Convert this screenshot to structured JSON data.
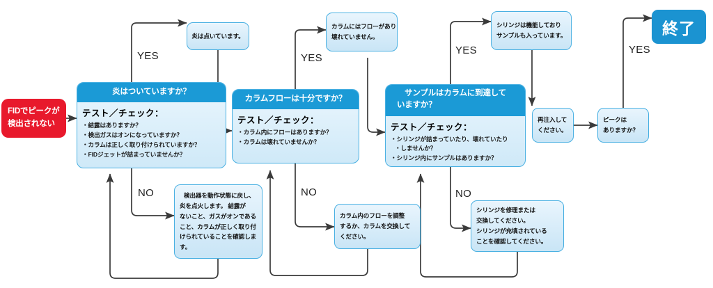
{
  "diagram": {
    "title": "FID trouble-shooting flowchart",
    "colors": {
      "start_red": "#e8192c",
      "end_blue": "#1b93d1",
      "decision_header": "#1b9ad6",
      "bubble_border": "#49b0e2",
      "wire": "#3a3a3a"
    },
    "start": {
      "lines": [
        "FIDでピークが",
        "検出されない"
      ]
    },
    "end": {
      "label": "終了"
    },
    "branch_labels": {
      "yes": "YES",
      "no": "NO"
    },
    "decisions": [
      {
        "id": "flame",
        "header": "炎はついていますか？",
        "body_title": "テスト／チェック：",
        "checks": [
          "結露はありますか？",
          "検出ガスはオンになっていますか？",
          "カラムは正しく取り付けられていますか？",
          "FIDジェットが詰まっていませんか？"
        ]
      },
      {
        "id": "column-flow",
        "header": "カラムフローは十分ですか？",
        "body_title": "テスト／チェック：",
        "checks": [
          "カラム内にフローはありますか？",
          "カラムは壊れていませんか？"
        ]
      },
      {
        "id": "sample-reach",
        "header_lines": [
          "サンプルはカラムに到達して",
          "いますか？"
        ],
        "body_title": "テスト／チェック：",
        "checks": [
          "シリンジが詰まっていたり、壊れていたり",
          "しませんか？",
          "シリンジ内にサンプルはありますか？"
        ]
      }
    ],
    "yes_outcomes": [
      {
        "id": "flame-lit",
        "lines": [
          "炎は点いています。"
        ]
      },
      {
        "id": "column-ok",
        "lines": [
          "カラムにはフローがあり",
          "壊れていません。"
        ]
      },
      {
        "id": "syringe-ok",
        "lines": [
          "シリンジは機能しており",
          "サンプルも入っています。"
        ]
      }
    ],
    "no_actions": [
      {
        "id": "relight-detector",
        "lines": [
          "検出器を動作状態に戻し、",
          "炎を点火します。 結露が",
          "ないこと、ガスがオンである",
          "こと、カラムが正しく取り付",
          "けられていることを確認しま",
          "す。"
        ]
      },
      {
        "id": "fix-column-flow",
        "lines": [
          "カラム内のフローを調整",
          "するか、カラムを交換して",
          "ください。"
        ]
      },
      {
        "id": "fix-syringe",
        "lines": [
          "シリンジを修理または",
          "交換してください。",
          "シリンジが充填されている",
          "ことを確認してください。"
        ]
      }
    ],
    "reinject": {
      "lines": [
        "再注入して",
        "ください。"
      ]
    },
    "peak_check": {
      "lines": [
        "ピークは",
        "ありますか？"
      ]
    }
  }
}
